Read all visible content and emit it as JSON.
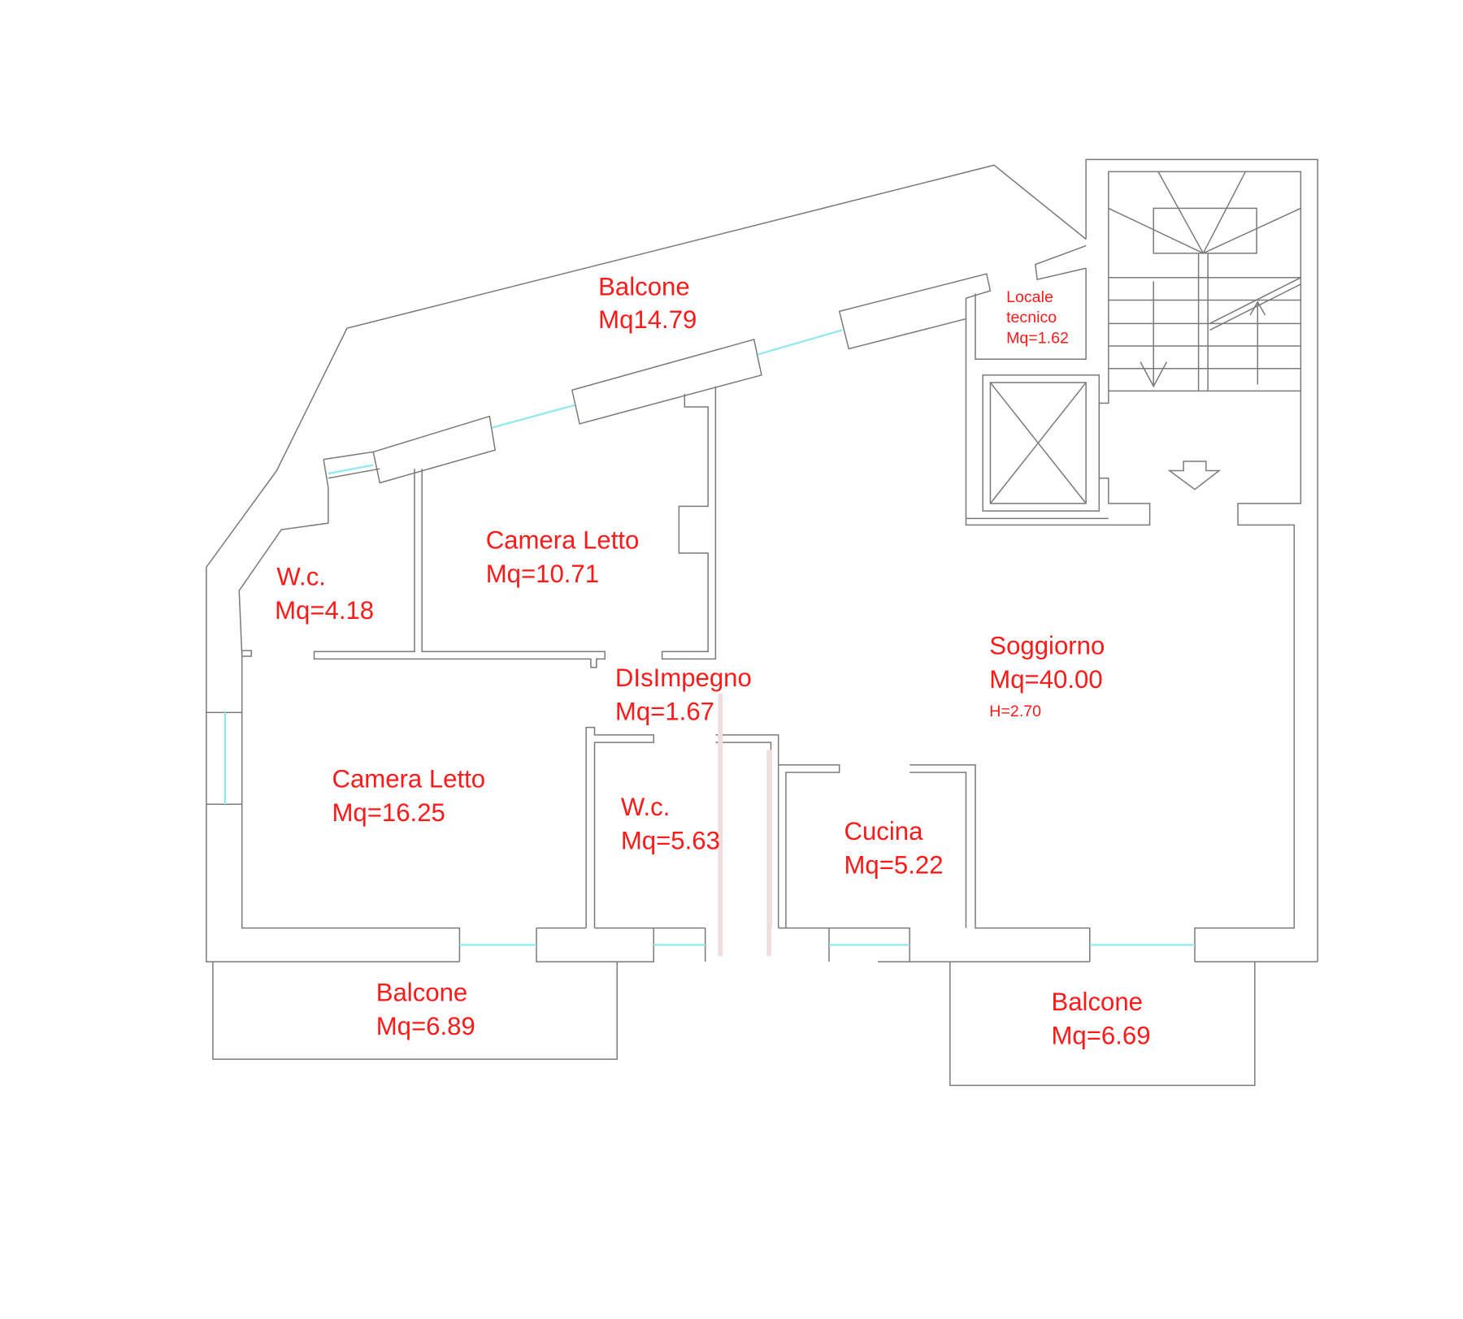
{
  "plan": {
    "rooms": [
      {
        "name": "Balcone",
        "area": "Mq14.79"
      },
      {
        "name": "Locale",
        "name2": "tecnico",
        "area": "Mq=1.62"
      },
      {
        "name": "Camera Letto",
        "area": "Mq=10.71"
      },
      {
        "name": "W.c.",
        "area": "Mq=4.18"
      },
      {
        "name": "Soggiorno",
        "area": "Mq=40.00",
        "height": "H=2.70"
      },
      {
        "name": "DIsImpegno",
        "area": "Mq=1.67"
      },
      {
        "name": "Camera Letto",
        "area": "Mq=16.25"
      },
      {
        "name": "W.c.",
        "area": "Mq=5.63"
      },
      {
        "name": "Cucina",
        "area": "Mq=5.22"
      },
      {
        "name": "Balcone",
        "area": "Mq=6.89"
      },
      {
        "name": "Balcone",
        "area": "Mq=6.69"
      }
    ],
    "colors": {
      "label": "#ff1a1a",
      "wall": "#7a7a7a",
      "window": "#8fe9ef"
    }
  }
}
